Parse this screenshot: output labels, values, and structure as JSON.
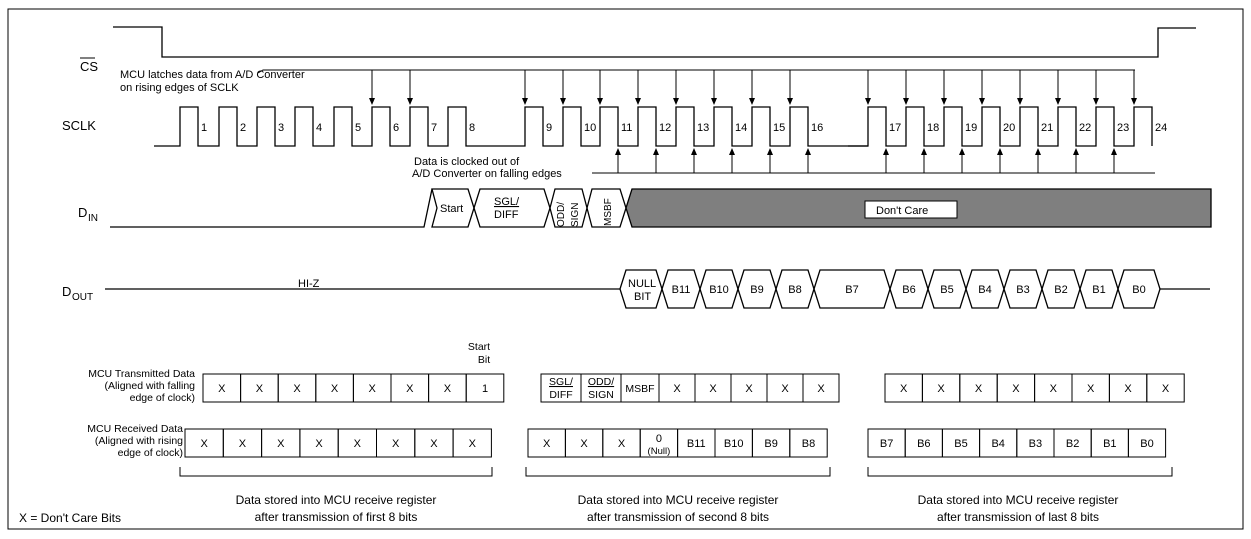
{
  "signals": {
    "cs": "CS",
    "sclk": "SCLK",
    "din_main": "D",
    "din_sub": "IN",
    "dout_main": "D",
    "dout_sub": "OUT"
  },
  "clock_numbers": [
    "1",
    "2",
    "3",
    "4",
    "5",
    "6",
    "7",
    "8",
    "9",
    "10",
    "11",
    "12",
    "13",
    "14",
    "15",
    "16",
    "17",
    "18",
    "19",
    "20",
    "21",
    "22",
    "23",
    "24"
  ],
  "annotations": {
    "latch_line1": "MCU latches data from A/D Converter",
    "latch_line2": "on rising edges of SCLK",
    "clockout_line1": "Data is clocked out of",
    "clockout_line2": "A/D Converter on falling edges"
  },
  "din": {
    "start": "Start",
    "sgl_top": "SGL/",
    "sgl_bottom": "DIFF",
    "odd_top": "ODD/",
    "odd_bottom": "SIGN",
    "msbf": "MSBF",
    "dont_care": "Don't Care"
  },
  "dout": {
    "hiz": "HI-Z",
    "null_top": "NULL",
    "null_bottom": "BIT",
    "bits": [
      "B11",
      "B10",
      "B9",
      "B8",
      "B7",
      "B6",
      "B5",
      "B4",
      "B3",
      "B2",
      "B1",
      "B0"
    ]
  },
  "mcu_tx": {
    "label": [
      "MCU Transmitted Data",
      "(Aligned with falling",
      "edge of clock)"
    ],
    "start_bit_label": [
      "Start",
      "Bit"
    ],
    "byte1": [
      "X",
      "X",
      "X",
      "X",
      "X",
      "X",
      "X",
      "1"
    ],
    "byte2_sgl": [
      "SGL/",
      "DIFF"
    ],
    "byte2_odd": [
      "ODD/",
      "SIGN"
    ],
    "byte2_msbf": "MSBF",
    "byte2_rest": [
      "X",
      "X",
      "X",
      "X",
      "X"
    ],
    "byte3": [
      "X",
      "X",
      "X",
      "X",
      "X",
      "X",
      "X",
      "X"
    ]
  },
  "mcu_rx": {
    "label": [
      "MCU Received Data",
      "(Aligned with rising",
      "edge of clock)"
    ],
    "byte1": [
      "X",
      "X",
      "X",
      "X",
      "X",
      "X",
      "X",
      "X"
    ],
    "byte2": [
      "X",
      "X",
      "X",
      "0",
      "B11",
      "B10",
      "B9",
      "B8"
    ],
    "null_note": "(Null)",
    "byte3": [
      "B7",
      "B6",
      "B5",
      "B4",
      "B3",
      "B2",
      "B1",
      "B0"
    ]
  },
  "footer": {
    "legend": "X = Don't Care Bits",
    "group1": [
      "Data stored into MCU receive register",
      "after transmission of first 8 bits"
    ],
    "group2": [
      "Data stored into MCU receive register",
      "after transmission of second 8 bits"
    ],
    "group3": [
      "Data stored into MCU receive register",
      "after transmission of last 8 bits"
    ]
  },
  "colors": {
    "dont_care_fill": "#7f7f7f",
    "line": "#000000",
    "background": "#ffffff"
  }
}
